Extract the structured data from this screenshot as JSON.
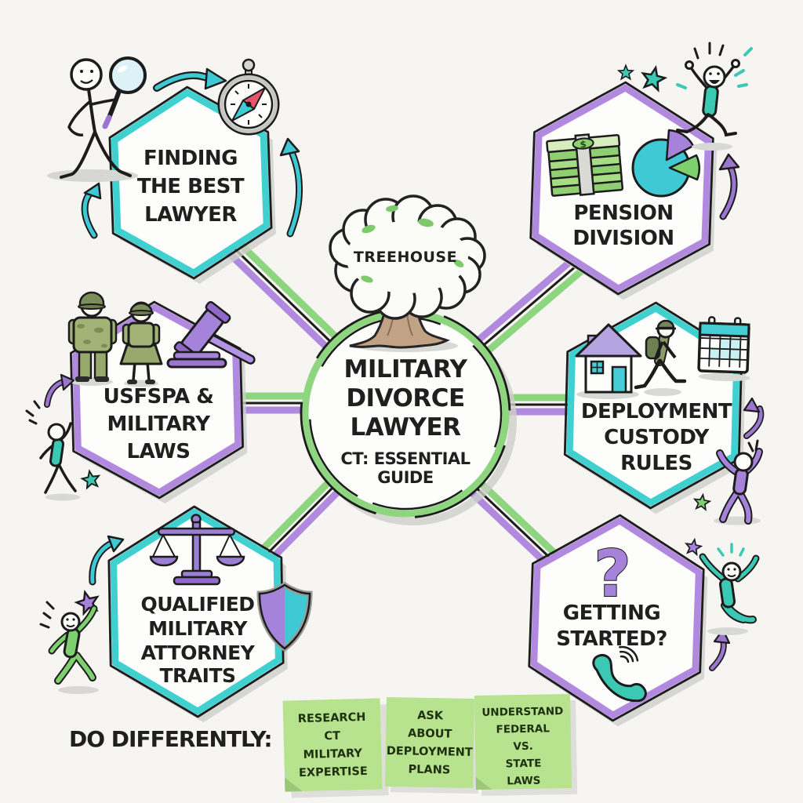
{
  "page": {
    "background": "#f6f5f2"
  },
  "center": {
    "tree_label": "TREEHOUSE",
    "title_lines": [
      "MILITARY",
      "DIVORCE",
      "LAWYER"
    ],
    "subtitle_lines": [
      "CT: ESSENTIAL",
      "GUIDE"
    ]
  },
  "nodes": {
    "finding": {
      "label_lines": [
        "FINDING",
        "THE BEST",
        "LAWYER"
      ],
      "border_color": "#3fd0cf"
    },
    "pension": {
      "label_lines": [
        "PENSION",
        "DIVISION"
      ],
      "border_color": "#b18ae0",
      "dollar_symbol": "$"
    },
    "usfspa": {
      "label_lines": [
        "USFSPA &",
        "MILITARY",
        "LAWS"
      ],
      "border_color": "#b18ae0"
    },
    "deployment": {
      "label_lines": [
        "DEPLOYMENT",
        "CUSTODY",
        "RULES"
      ],
      "border_color": "#3fd0cf"
    },
    "qualified": {
      "label_lines": [
        "QUALIFIED",
        "MILITARY",
        "ATTORNEY",
        "TRAITS"
      ],
      "border_color": "#3fd0cf"
    },
    "getting_started": {
      "label_lines": [
        "GETTING",
        "STARTED?"
      ],
      "border_color": "#b18ae0",
      "question_symbol": "?"
    }
  },
  "footer": {
    "label": "DO DIFFERENTLY:",
    "sticky_notes": [
      {
        "lines": [
          "RESEARCH",
          "CT",
          "MILITARY",
          "EXPERTISE"
        ]
      },
      {
        "lines": [
          "ASK",
          "ABOUT",
          "DEPLOYMENT",
          "PLANS"
        ]
      },
      {
        "lines": [
          "UNDERSTAND",
          "FEDERAL",
          "VS.",
          "STATE",
          "LAWS"
        ]
      }
    ]
  },
  "colors": {
    "teal": "#3fd0cf",
    "purple": "#b18ae0",
    "connector_green": "#8ed57f",
    "note_green": "#b7e28e",
    "ink": "#1f1f1f"
  }
}
